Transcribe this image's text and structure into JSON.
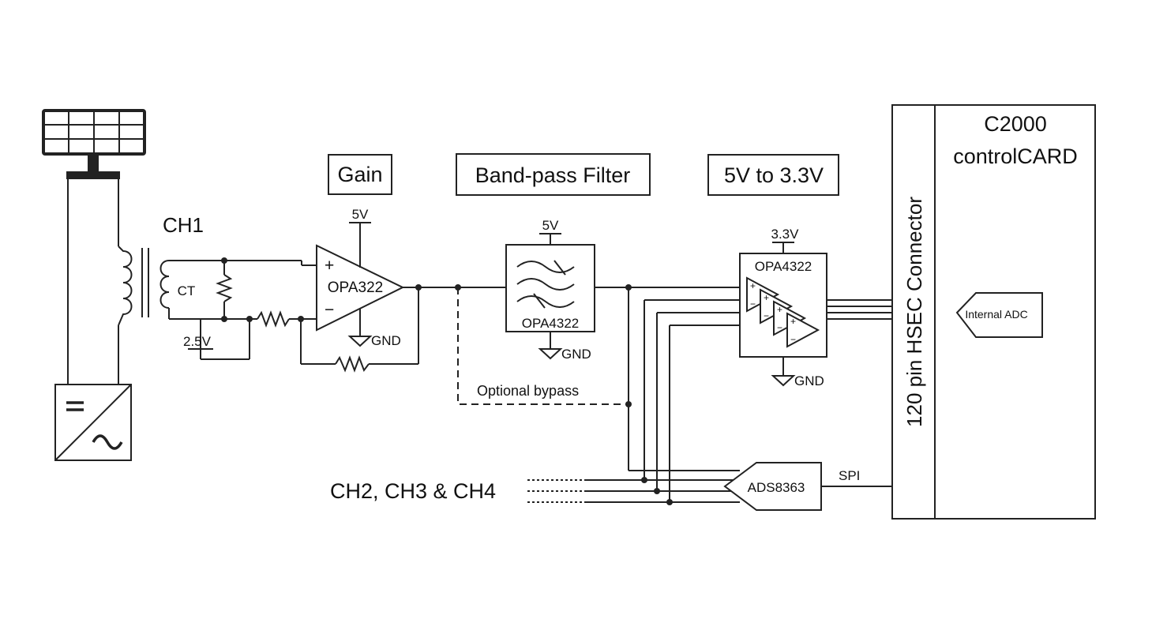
{
  "sections": {
    "gain": "Gain",
    "band_pass": "Band-pass Filter",
    "level_shift": "5V to 3.3V"
  },
  "channels": {
    "ch1": "CH1",
    "others": "CH2, CH3 & CH4"
  },
  "ct": {
    "label": "CT"
  },
  "gain_stage": {
    "amp": "OPA322",
    "supply": "5V",
    "gnd": "GND",
    "ref": "2.5V",
    "plus": "+",
    "minus": "−"
  },
  "filter": {
    "amp": "OPA4322",
    "supply": "5V",
    "gnd": "GND",
    "bypass": "Optional bypass"
  },
  "buffer": {
    "amp": "OPA4322",
    "supply": "3.3V",
    "gnd": "GND"
  },
  "adc_ext": {
    "label": "ADS8363",
    "bus": "SPI"
  },
  "connector": {
    "label": "120 pin HSEC Connector"
  },
  "controlcard": {
    "title_line1": "C2000",
    "title_line2": "controlCARD",
    "adc": "Internal ADC"
  }
}
